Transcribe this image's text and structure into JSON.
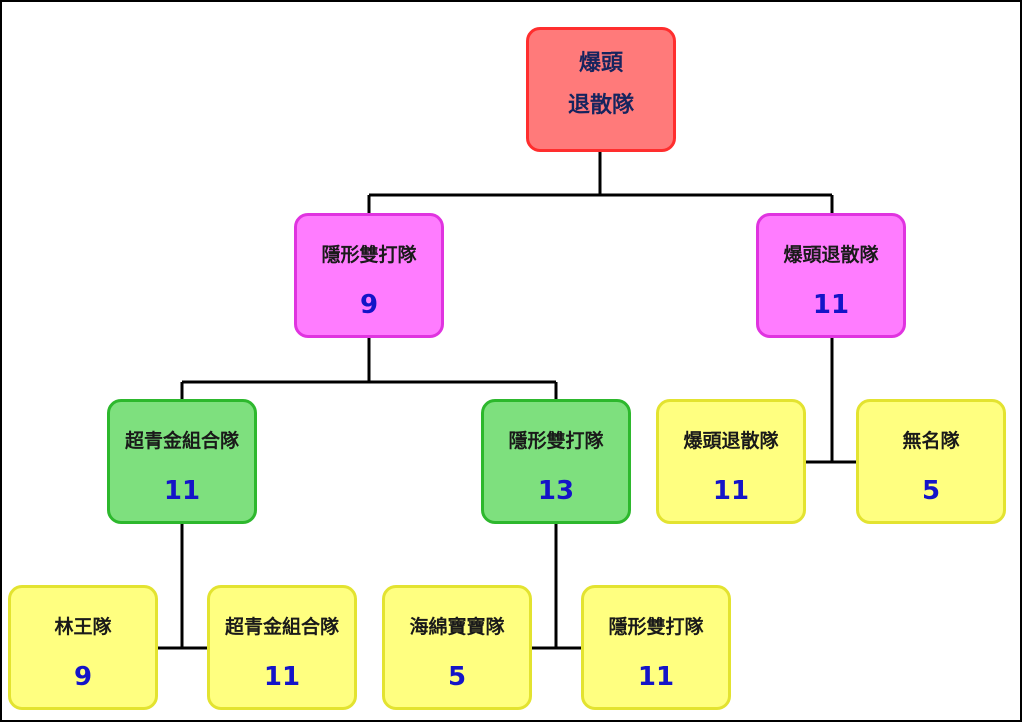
{
  "root": {
    "line1": "爆頭",
    "line2": "退散隊"
  },
  "level1": [
    {
      "name": "隱形雙打隊",
      "score": "9"
    },
    {
      "name": "爆頭退散隊",
      "score": "11"
    }
  ],
  "level2": [
    {
      "name": "超青金組合隊",
      "score": "11"
    },
    {
      "name": "隱形雙打隊",
      "score": "13"
    },
    {
      "name": "爆頭退散隊",
      "score": "11"
    },
    {
      "name": "無名隊",
      "score": "5"
    }
  ],
  "level3": [
    {
      "name": "林王隊",
      "score": "9"
    },
    {
      "name": "超青金組合隊",
      "score": "11"
    },
    {
      "name": "海綿寶寶隊",
      "score": "5"
    },
    {
      "name": "隱形雙打隊",
      "score": "11"
    }
  ],
  "colors": {
    "root": "#ff7a7a",
    "semifinal": "#ff7cff",
    "quarterfinal": "#7ee07e",
    "first_round": "#ffff80",
    "score_text": "#1414c8"
  }
}
